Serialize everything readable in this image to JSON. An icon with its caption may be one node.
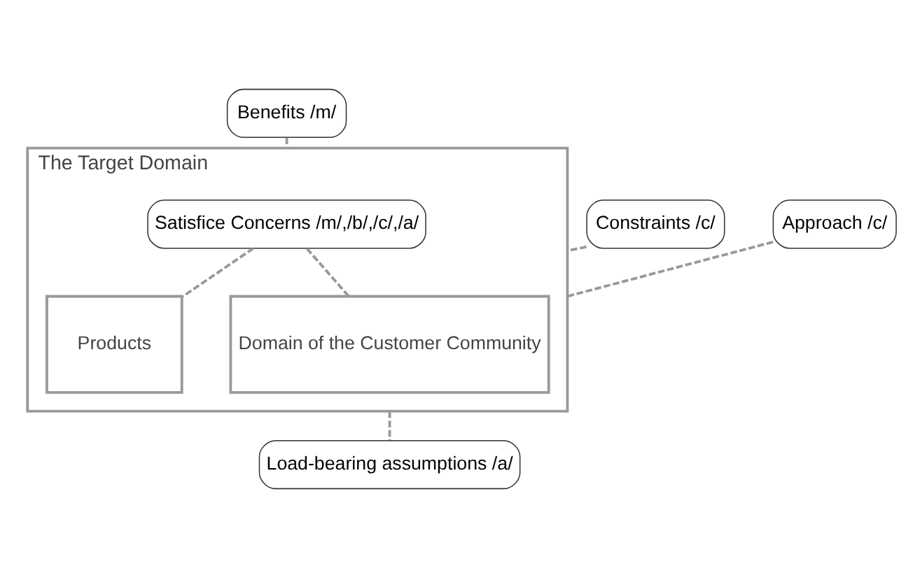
{
  "diagram": {
    "nodes": [
      {
        "text": [
          "Benefits /m/"
        ]
      },
      {
        "text": [
          "The Target Domain"
        ]
      },
      {
        "text": [
          "Constraints /c/"
        ]
      },
      {
        "text": [
          "Approach /c/"
        ]
      },
      {
        "text": [
          "Satisfice Concerns /m/,/b/,/c/,/a/"
        ],
        "in": 1
      },
      {
        "text": [
          "Products"
        ],
        "in": 1
      },
      {
        "text": [
          "Domain of the Customer Community"
        ],
        "in": 1
      },
      {
        "text": [
          "Load-bearing assumptions /a/"
        ]
      }
    ],
    "edges": [
      {
        "from": 0,
        "to": 1,
        "arrow": "none",
        "style": "dashed"
      },
      {
        "from": 2,
        "to": 1,
        "arrow": "none",
        "style": "dashed"
      },
      {
        "from": 3,
        "to": 1,
        "arrow": "none",
        "style": "dashed"
      },
      {
        "from": 4,
        "to": 5,
        "arrow": "none",
        "style": "dashed"
      },
      {
        "from": 4,
        "to": 6,
        "arrow": "none",
        "style": "dashed"
      },
      {
        "from": 1,
        "to": 7,
        "arrow": "none",
        "style": "dashed"
      }
    ]
  }
}
